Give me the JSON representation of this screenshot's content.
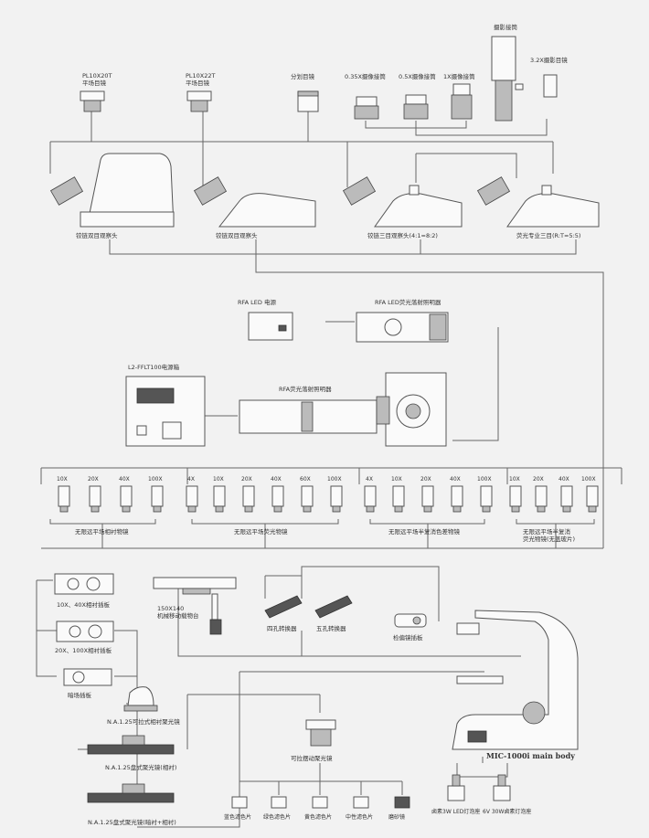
{
  "eyepieces": {
    "pl10x20": "PL10X20T\n平场目镜",
    "pl10x22": "PL10X22T\n平场目镜",
    "eyepiece_cross": "分划目镜"
  },
  "camera_adapters": {
    "a035": "0.35X摄像接筒",
    "a05": "0.5X摄像接筒",
    "a1": "1X摄像接筒",
    "photo_adapter": "摄影接筒",
    "photo_eyepiece": "3.2X摄影目镜"
  },
  "heads": {
    "h1": "铰链双目观察头",
    "h2": "铰链双目观察头",
    "h3": "铰链三目观察头(4:1=8:2)",
    "h4": "荧光专业三目(R:T=5:5)"
  },
  "fluor": {
    "rfa_led_power": "RFA LED 电源",
    "rfa_led_illum": "RFA LED荧光落射照明器",
    "power_box": "L2-FFLT100电源箱",
    "rfa_illum": "RFA荧光落射照明器"
  },
  "objectives": {
    "g1": {
      "mags": [
        "10X",
        "20X",
        "40X",
        "100X"
      ],
      "label": "无限远平场相衬物镜"
    },
    "g2": {
      "mags": [
        "4X",
        "10X",
        "20X",
        "40X",
        "60X",
        "100X"
      ],
      "label": "无限远平场荧光物镜"
    },
    "g3": {
      "mags": [
        "4X",
        "10X",
        "20X",
        "40X",
        "100X"
      ],
      "label": "无限远平场半复消色差物镜"
    },
    "g4": {
      "mags": [
        "10X",
        "20X",
        "40X",
        "100X"
      ],
      "label": "无限远平场半复消\n荧光物镜(无盖玻片)"
    }
  },
  "sliders": {
    "s1": "10X、40X相衬插板",
    "s2": "20X、100X相衬插板",
    "s3": "暗场插板"
  },
  "stage": "150X140\n机械移动载物台",
  "nosepieces": {
    "n1": "四孔转换器",
    "n2": "五孔转换器"
  },
  "polarizer": "检偏镜插板",
  "condensers": {
    "c1": "N.A.1.25可拉式相衬聚光镜",
    "c2": "N.A.1.25盘式聚光镜(相衬)",
    "c3": "N.A.1.25盘式聚光镜(暗衬+相衬)",
    "c4": "可拉摆动聚光镜"
  },
  "filters": [
    "蓝色滤色片",
    "绿色滤色片",
    "黄色滤色片",
    "中性滤色片",
    "磨砂镜"
  ],
  "body": "MIC-1000i main body",
  "lamps": {
    "l1": "卤素3W LED灯泡座",
    "l2": "6V 30W卤素灯泡座"
  }
}
